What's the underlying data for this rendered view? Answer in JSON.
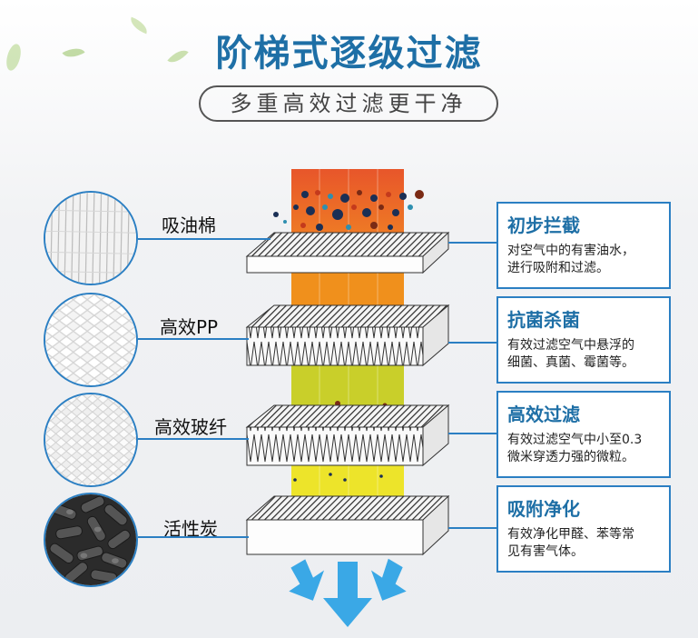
{
  "header": {
    "title": "阶梯式逐级过滤",
    "subtitle": "多重高效过滤更干净"
  },
  "layers": [
    {
      "label": "吸油棉",
      "box_title": "初步拦截",
      "box_lines": [
        "对空气中的有害油水，",
        "进行吸附和过滤。"
      ]
    },
    {
      "label": "高效PP",
      "box_title": "抗菌杀菌",
      "box_lines": [
        "有效过滤空气中悬浮的",
        "细菌、真菌、霉菌等。"
      ]
    },
    {
      "label": "高效玻纤",
      "box_title": "高效过滤",
      "box_lines": [
        "有效过滤空气中小至0.3",
        "微米穿透力强的微粒。"
      ]
    },
    {
      "label": "活性炭",
      "box_title": "吸附净化",
      "box_lines": [
        "有效净化甲醛、苯等常",
        "见有害气体。"
      ]
    }
  ],
  "colors": {
    "accent": "#1e6fa6",
    "border_blue": "#2b7fc3",
    "air_orange_top": "#e8672b",
    "air_orange": "#f0901c",
    "air_yellow_green": "#c9cf2a",
    "air_yellow": "#ede42a",
    "arrow_blue": "#3aa8e6"
  },
  "icons": {
    "circle_1": "cotton-fiber-texture-icon",
    "circle_2": "pp-mesh-texture-icon",
    "circle_3": "glass-fiber-texture-icon",
    "circle_4": "activated-carbon-icon",
    "arrows": "airflow-down-arrow-icon"
  }
}
